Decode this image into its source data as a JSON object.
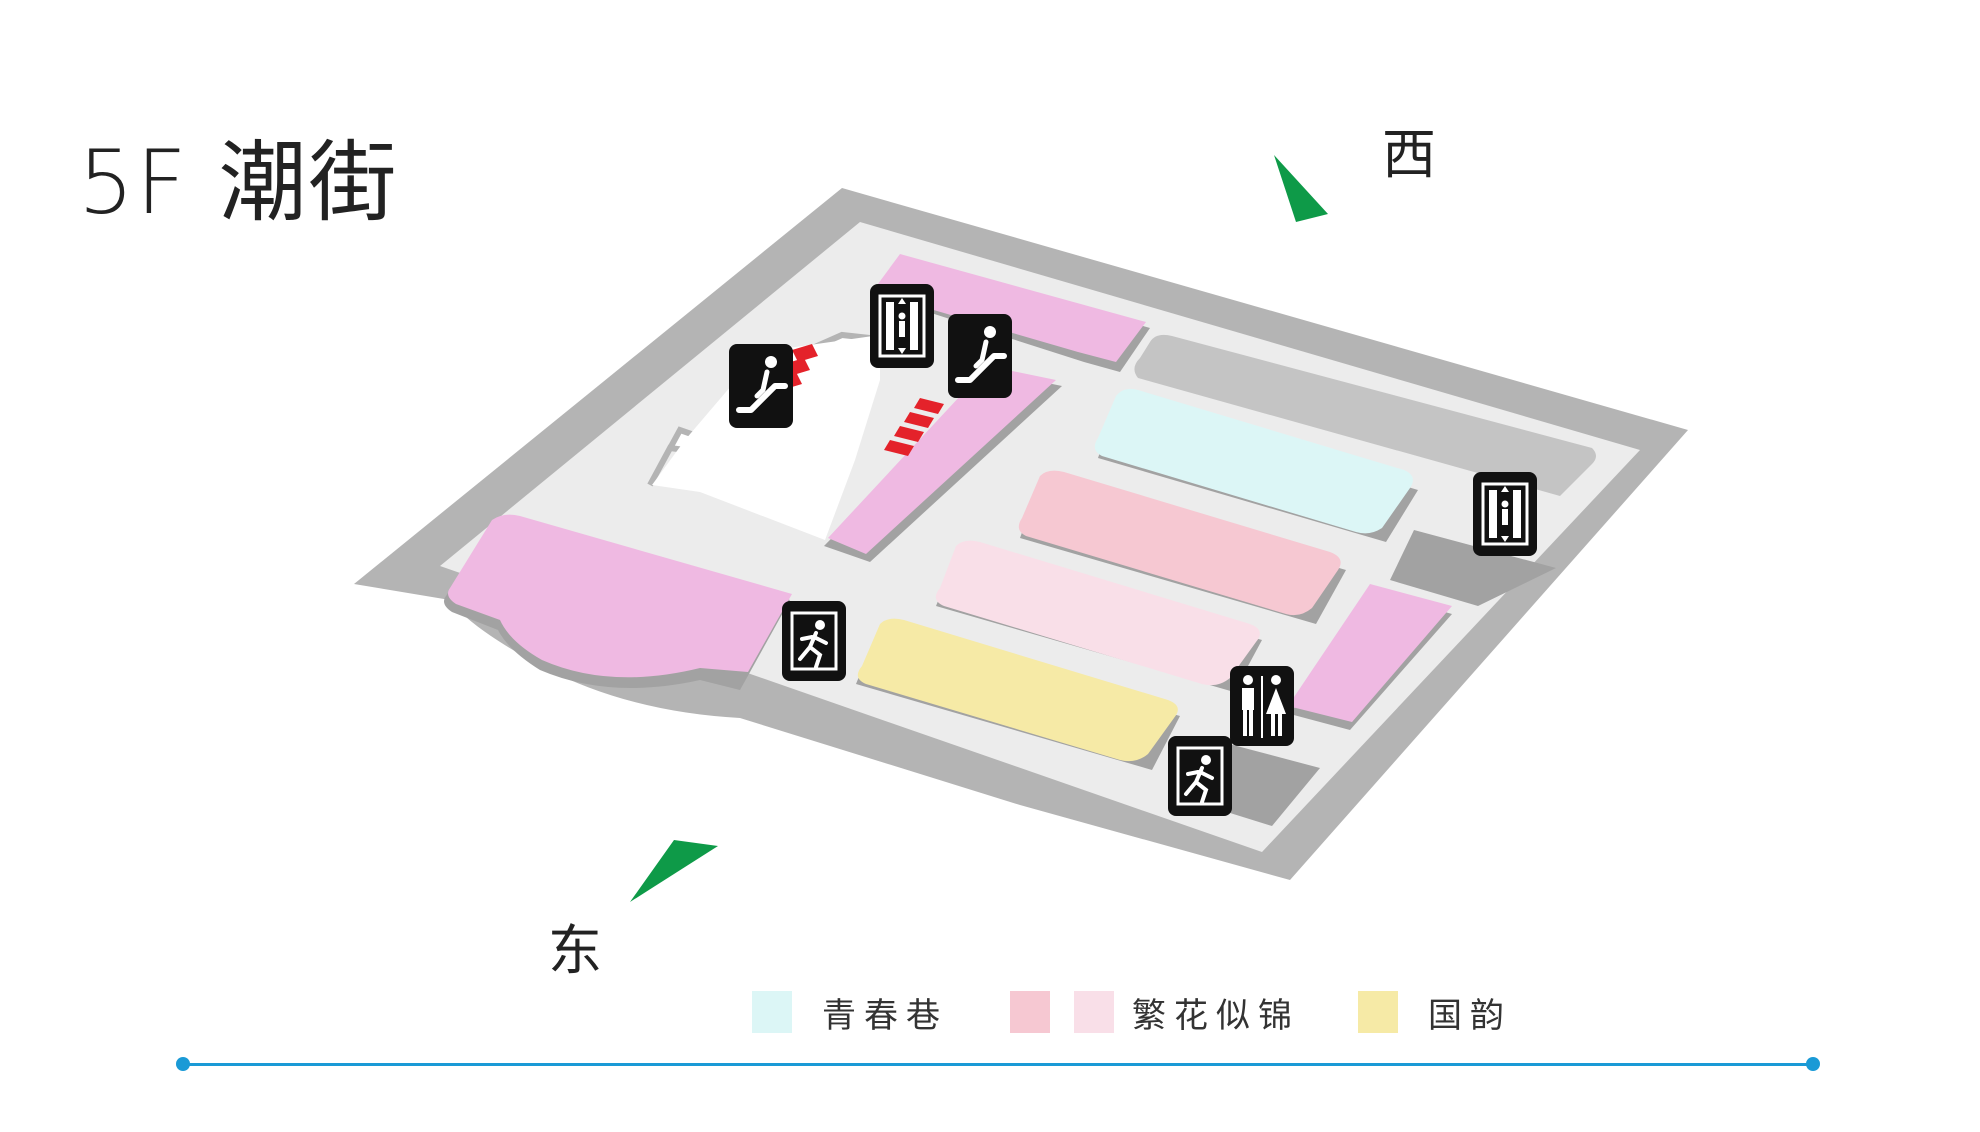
{
  "page_title": "5F 潮街",
  "compass": {
    "west_label": "西",
    "east_label": "东",
    "arrow_color": "#0e9a48"
  },
  "legend": [
    {
      "label": "青春巷",
      "colors": [
        "#dcf6f6"
      ]
    },
    {
      "label": "繁花似锦",
      "colors": [
        "#f6c8d2",
        "#f9dfe8"
      ]
    },
    {
      "label": "国韵",
      "colors": [
        "#f6eaa6"
      ]
    }
  ],
  "zone_colors": {
    "floor_outer": "#b4b4b4",
    "corridor": "#ececec",
    "other_shop": "#efb9e2",
    "service_area": "#c4c4c4",
    "dark_service": "#a2a2a2",
    "escalator_stripe": "#e4222a"
  },
  "map_icons": [
    {
      "name": "escalator-icon"
    },
    {
      "name": "elevator-icon"
    },
    {
      "name": "escalator-icon"
    },
    {
      "name": "elevator-icon"
    },
    {
      "name": "emergency-exit-icon"
    },
    {
      "name": "restroom-icon"
    },
    {
      "name": "emergency-exit-icon"
    }
  ]
}
